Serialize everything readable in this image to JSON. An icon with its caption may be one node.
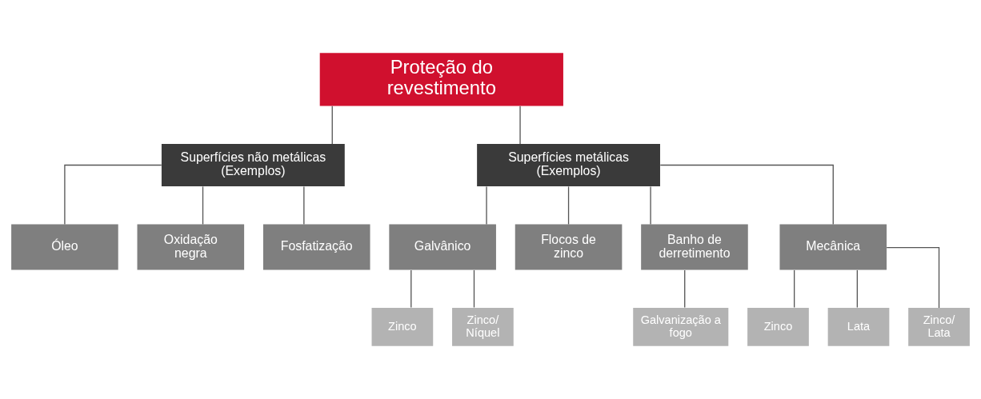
{
  "diagram": {
    "nodes": [
      {
        "text": [
          "Proteção do revestimento"
        ]
      },
      {
        "text": [
          "Superfícies não metálicas (Exemplos)"
        ]
      },
      {
        "text": [
          "Superfícies metálicas (Exemplos)"
        ]
      },
      {
        "text": [
          "Óleo"
        ]
      },
      {
        "text": [
          "Oxidação negra"
        ]
      },
      {
        "text": [
          "Fosfatização"
        ]
      },
      {
        "text": [
          "Galvânico"
        ]
      },
      {
        "text": [
          "Flocos de zinco"
        ]
      },
      {
        "text": [
          "Banho de derretimento"
        ]
      },
      {
        "text": [
          "Mecânica"
        ]
      },
      {
        "text": [
          "Zinco"
        ]
      },
      {
        "text": [
          "Zinco/ Níquel"
        ]
      },
      {
        "text": [
          "Galvanização a fogo"
        ]
      },
      {
        "text": [
          "Zinco"
        ]
      },
      {
        "text": [
          "Lata"
        ]
      },
      {
        "text": [
          "Zinco/ Lata"
        ]
      }
    ],
    "edges": [
      {
        "from": 0,
        "to": 1,
        "arrow": "none"
      },
      {
        "from": 0,
        "to": 2,
        "arrow": "none"
      },
      {
        "from": 1,
        "to": 3,
        "arrow": "none"
      },
      {
        "from": 1,
        "to": 4,
        "arrow": "none"
      },
      {
        "from": 1,
        "to": 5,
        "arrow": "none"
      },
      {
        "from": 2,
        "to": 6,
        "arrow": "none"
      },
      {
        "from": 2,
        "to": 7,
        "arrow": "none"
      },
      {
        "from": 2,
        "to": 8,
        "arrow": "none"
      },
      {
        "from": 2,
        "to": 9,
        "arrow": "none"
      },
      {
        "from": 6,
        "to": 10,
        "arrow": "none"
      },
      {
        "from": 6,
        "to": 11,
        "arrow": "none"
      },
      {
        "from": 8,
        "to": 12,
        "arrow": "none"
      },
      {
        "from": 9,
        "to": 13,
        "arrow": "none"
      },
      {
        "from": 9,
        "to": 14,
        "arrow": "none"
      },
      {
        "from": 9,
        "to": 15,
        "arrow": "none"
      }
    ]
  }
}
